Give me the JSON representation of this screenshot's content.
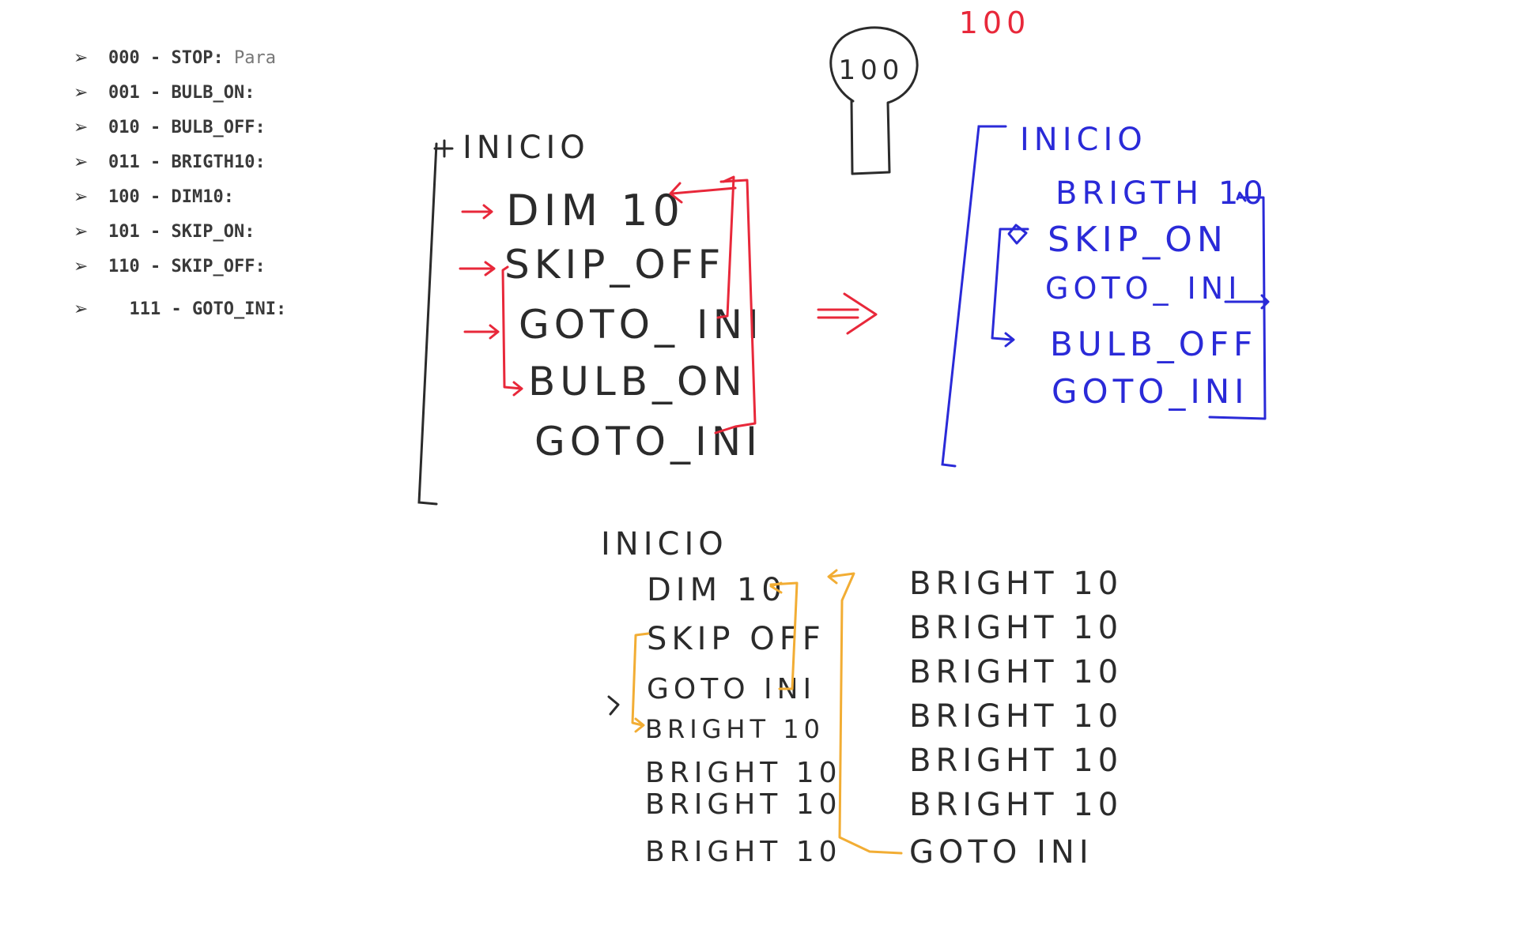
{
  "colors": {
    "ink": "#2b2b2b",
    "red": "#e8283a",
    "blue": "#2a2ad8",
    "orange": "#f2ad34"
  },
  "opcodes": [
    {
      "code": "000",
      "name": "STOP:",
      "desc": "Para"
    },
    {
      "code": "001",
      "name": "BULB_ON:",
      "desc": ""
    },
    {
      "code": "010",
      "name": "BULB_OFF:",
      "desc": ""
    },
    {
      "code": "011",
      "name": "BRIGTH10:",
      "desc": ""
    },
    {
      "code": "100",
      "name": "DIM10:",
      "desc": ""
    },
    {
      "code": "101",
      "name": "SKIP_ON:",
      "desc": ""
    },
    {
      "code": "110",
      "name": "SKIP_OFF:",
      "desc": ""
    },
    {
      "code": "111",
      "name": "GOTO_INI:",
      "desc": ""
    }
  ],
  "bulb": {
    "value": "100",
    "top_value": "100"
  },
  "program_red": {
    "start": "INICIO",
    "lines": [
      "DIM 10",
      "SKIP_OFF",
      "GOTO_ INI",
      "BULB_ON",
      "GOTO_INI"
    ]
  },
  "program_blue": {
    "start": "INICIO",
    "lines": [
      "BRIGTH 10",
      "SKIP_ON",
      "GOTO_ INI",
      "BULB_OFF",
      "GOTO_INI"
    ]
  },
  "program_orange": {
    "start": "INICIO",
    "left_lines": [
      "DIM 10",
      "SKIP OFF",
      "GOTO INI",
      "BRIGHT 10",
      "BRIGHT 10",
      "BRIGHT 10",
      "BRIGHT 10"
    ],
    "right_lines": [
      "BRIGHT 10",
      "BRIGHT 10",
      "BRIGHT 10",
      "BRIGHT 10",
      "BRIGHT 10",
      "BRIGHT 10",
      "GOTO INI"
    ]
  }
}
